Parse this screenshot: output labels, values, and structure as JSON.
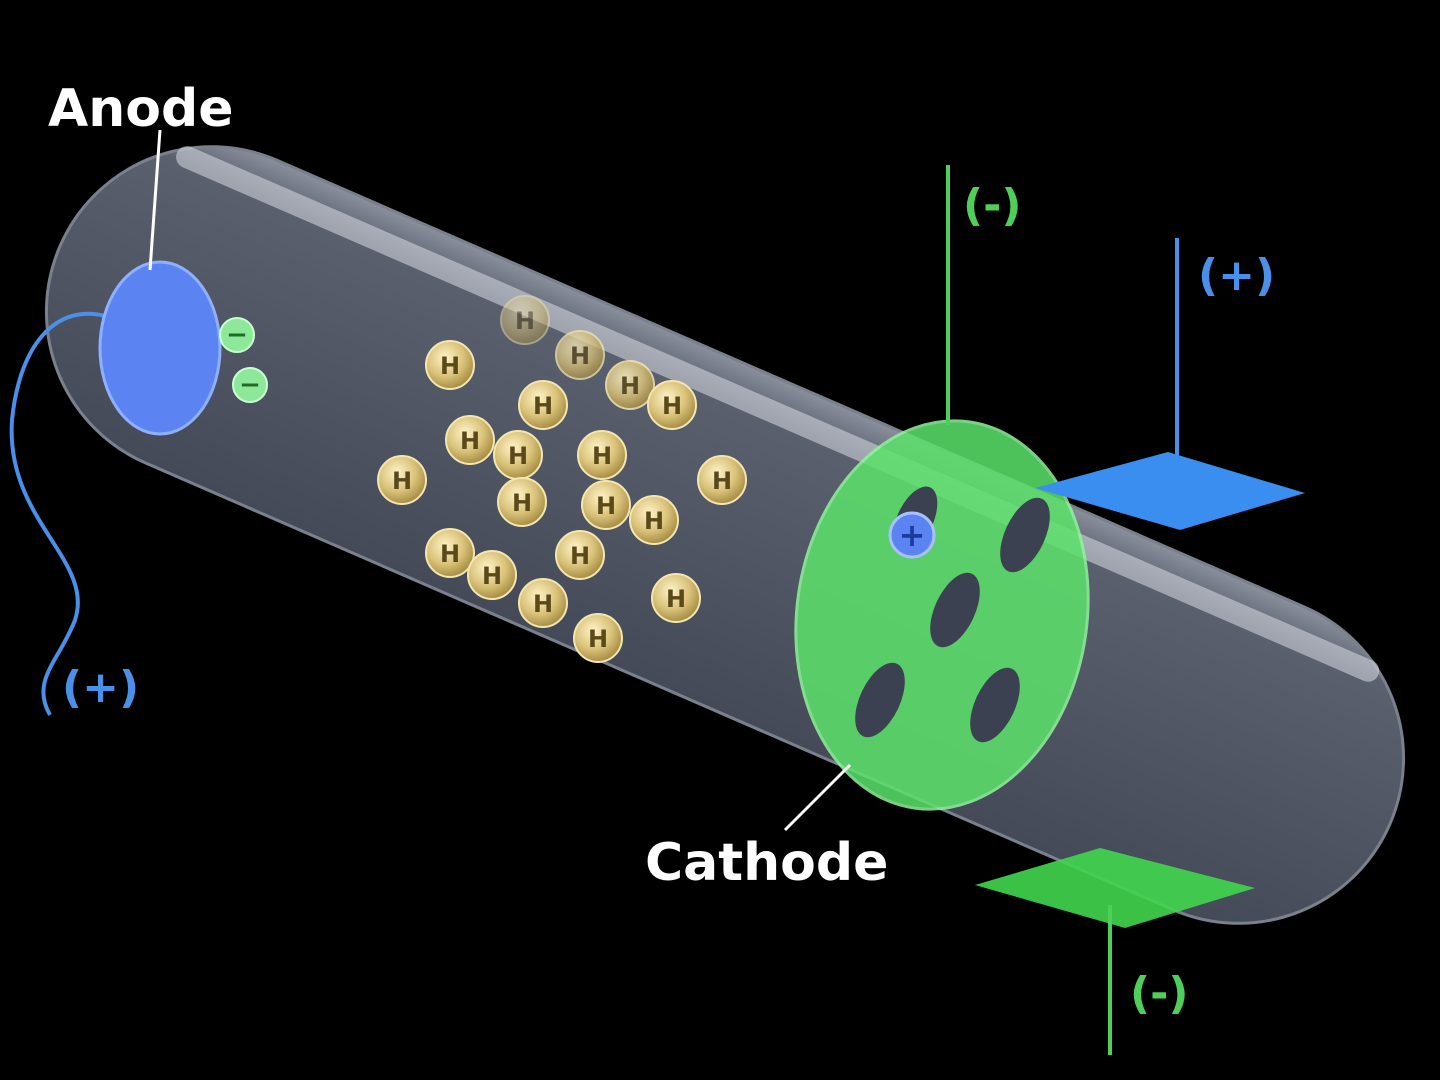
{
  "labels": {
    "anode": "Anode",
    "cathode": "Cathode",
    "top_green_terminal": "(-)",
    "top_blue_terminal": "(+)",
    "anode_wire_terminal": "(+)",
    "bottom_green_terminal": "(-)"
  },
  "particles": {
    "hydrogen_symbol": "H",
    "electron_symbol": "−",
    "positive_ion_symbol": "+"
  },
  "colors": {
    "background": "#000000",
    "tube": "#4a5060",
    "anode": "#5b84f2",
    "cathode": "#5be36a",
    "hydrogen": "#d8c27a",
    "wire_blue": "#4a90e8",
    "wire_green": "#4fcf5a"
  }
}
